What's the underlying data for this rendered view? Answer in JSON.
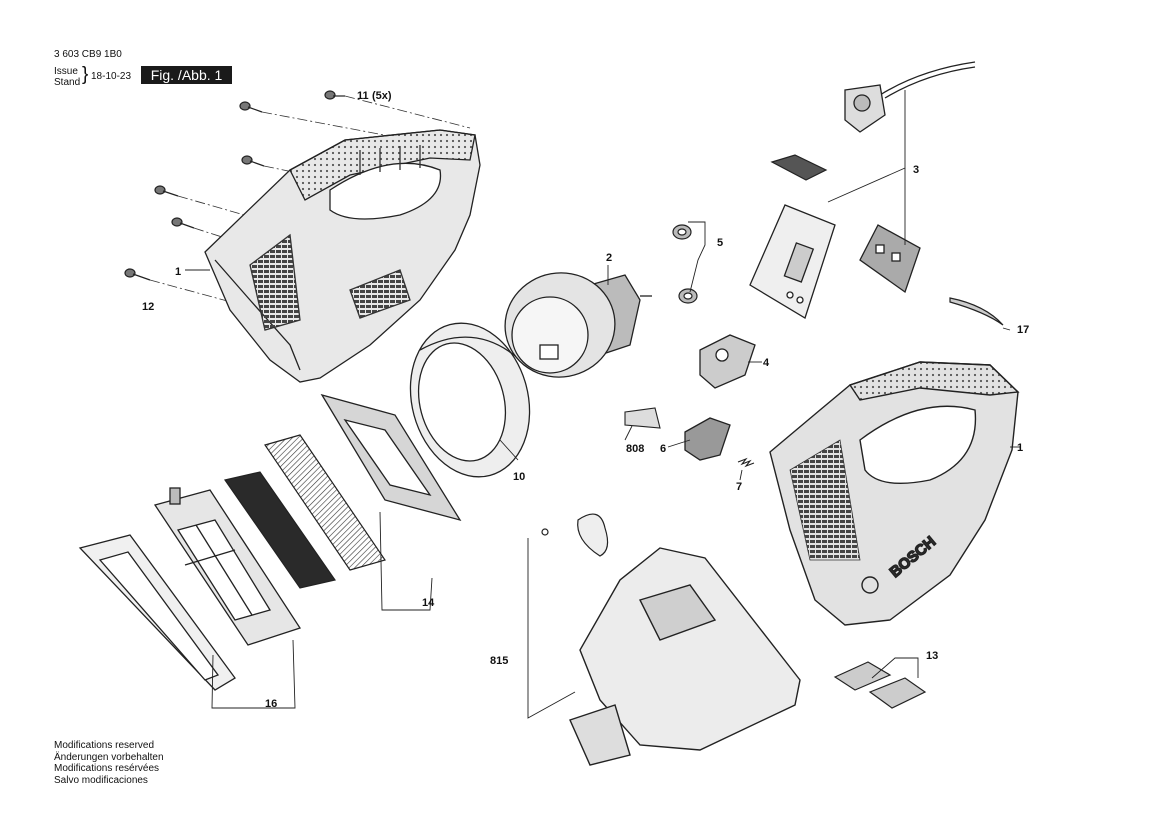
{
  "header": {
    "doc_number": "3 603 CB9 1B0",
    "issue_label": "Issue",
    "stand_label": "Stand",
    "date": "18-10-23",
    "figure": "Fig. /Abb. 1"
  },
  "callouts": {
    "c1_left": "1",
    "c1_right": "1",
    "c2": "2",
    "c3": "3",
    "c4": "4",
    "c5": "5",
    "c6": "6",
    "c7": "7",
    "c10": "10",
    "c11": "11",
    "c11_qty": "(5x)",
    "c12": "12",
    "c13": "13",
    "c14": "14",
    "c16": "16",
    "c17": "17",
    "c808": "808",
    "c815": "815"
  },
  "brand_mark": "BOSCH",
  "footer": {
    "lines": [
      "Modifications reserved",
      "Änderungen vorbehalten",
      "Modifications resérvées",
      "Salvo modificaciones"
    ]
  }
}
